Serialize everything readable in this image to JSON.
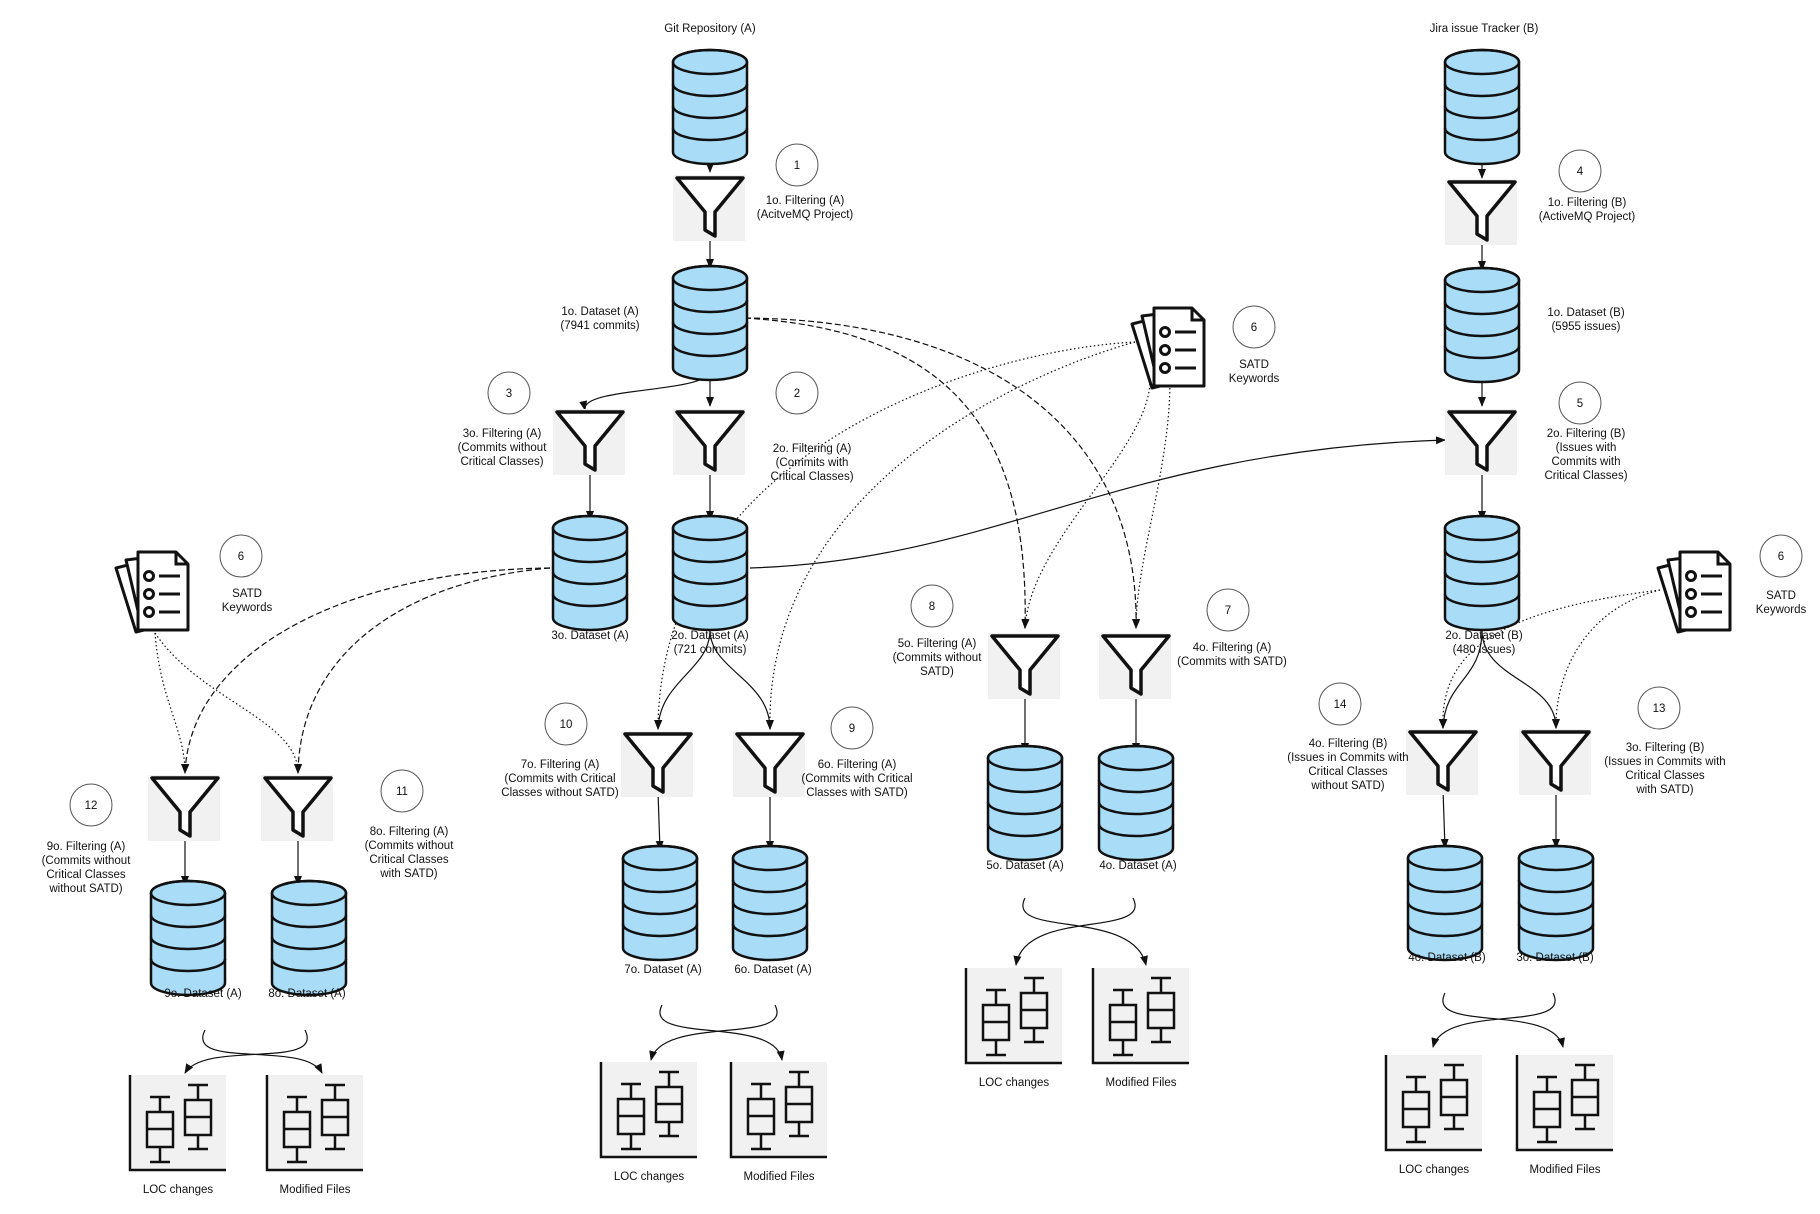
{
  "sources": {
    "git": "Git Repository (A)",
    "jira": "Jira issue Tracker (B)"
  },
  "steps": [
    {
      "num": "1",
      "text": [
        "1o. Filtering (A)",
        "(AcitveMQ Project)"
      ]
    },
    {
      "num": "2",
      "text": [
        "2o. Filtering (A)",
        "(Commits with",
        "Critical Classes)"
      ]
    },
    {
      "num": "3",
      "text": [
        "3o. Filtering (A)",
        "(Commits without",
        "Critical Classes)"
      ]
    },
    {
      "num": "4",
      "text": [
        "1o. Filtering (B)",
        "(ActiveMQ Project)"
      ]
    },
    {
      "num": "5",
      "text": [
        "2o. Filtering (B)",
        "(Issues with",
        "Commits with",
        "Critical Classes)"
      ]
    },
    {
      "num": "7",
      "text": [
        "4o. Filtering (A)",
        "(Commits with SATD)"
      ]
    },
    {
      "num": "8",
      "text": [
        "5o. Filtering (A)",
        "(Commits without",
        "SATD)"
      ]
    },
    {
      "num": "9",
      "text": [
        "6o. Filtering (A)",
        "(Commits with Critical",
        "Classes with  SATD)"
      ]
    },
    {
      "num": "10",
      "text": [
        "7o. Filtering (A)",
        "(Commits with Critical",
        "Classes without  SATD)"
      ]
    },
    {
      "num": "11",
      "text": [
        "8o. Filtering (A)",
        "(Commits without",
        "Critical Classes",
        "with  SATD)"
      ]
    },
    {
      "num": "12",
      "text": [
        "9o. Filtering (A)",
        "(Commits without",
        "Critical Classes",
        "without  SATD)"
      ]
    },
    {
      "num": "13",
      "text": [
        "3o. Filtering (B)",
        "(Issues in Commits with",
        "Critical Classes",
        "with  SATD)"
      ]
    },
    {
      "num": "14",
      "text": [
        "4o. Filtering (B)",
        "(Issues in Commits with",
        "Critical Classes",
        "without  SATD)"
      ]
    }
  ],
  "satd": {
    "num": "6",
    "text": [
      "SATD",
      "Keywords"
    ]
  },
  "datasets": {
    "d1a": [
      "1o. Dataset (A)",
      "(7941 commits)"
    ],
    "d2a": [
      "2o. Dataset (A)",
      "(721 commits)"
    ],
    "d3a": [
      "3o. Dataset (A)"
    ],
    "d4a": [
      "4o. Dataset (A)"
    ],
    "d5a": [
      "5o. Dataset (A)"
    ],
    "d6a": [
      "6o. Dataset (A)"
    ],
    "d7a": [
      "7o. Dataset (A)"
    ],
    "d8a": [
      "8o. Dataset (A)"
    ],
    "d9a": [
      "9o. Dataset (A)"
    ],
    "d1b": [
      "1o. Dataset (B)",
      "(5955 issues)"
    ],
    "d2b": [
      "2o. Dataset (B)",
      "(480 issues)"
    ],
    "d3b": [
      "3o. Dataset (B)"
    ],
    "d4b": [
      "4o. Dataset (B)"
    ]
  },
  "plots": {
    "loc": "LOC changes",
    "files": "Modified Files"
  },
  "colors": {
    "cylinder": "#a9dcf6",
    "stroke": "#111111"
  }
}
